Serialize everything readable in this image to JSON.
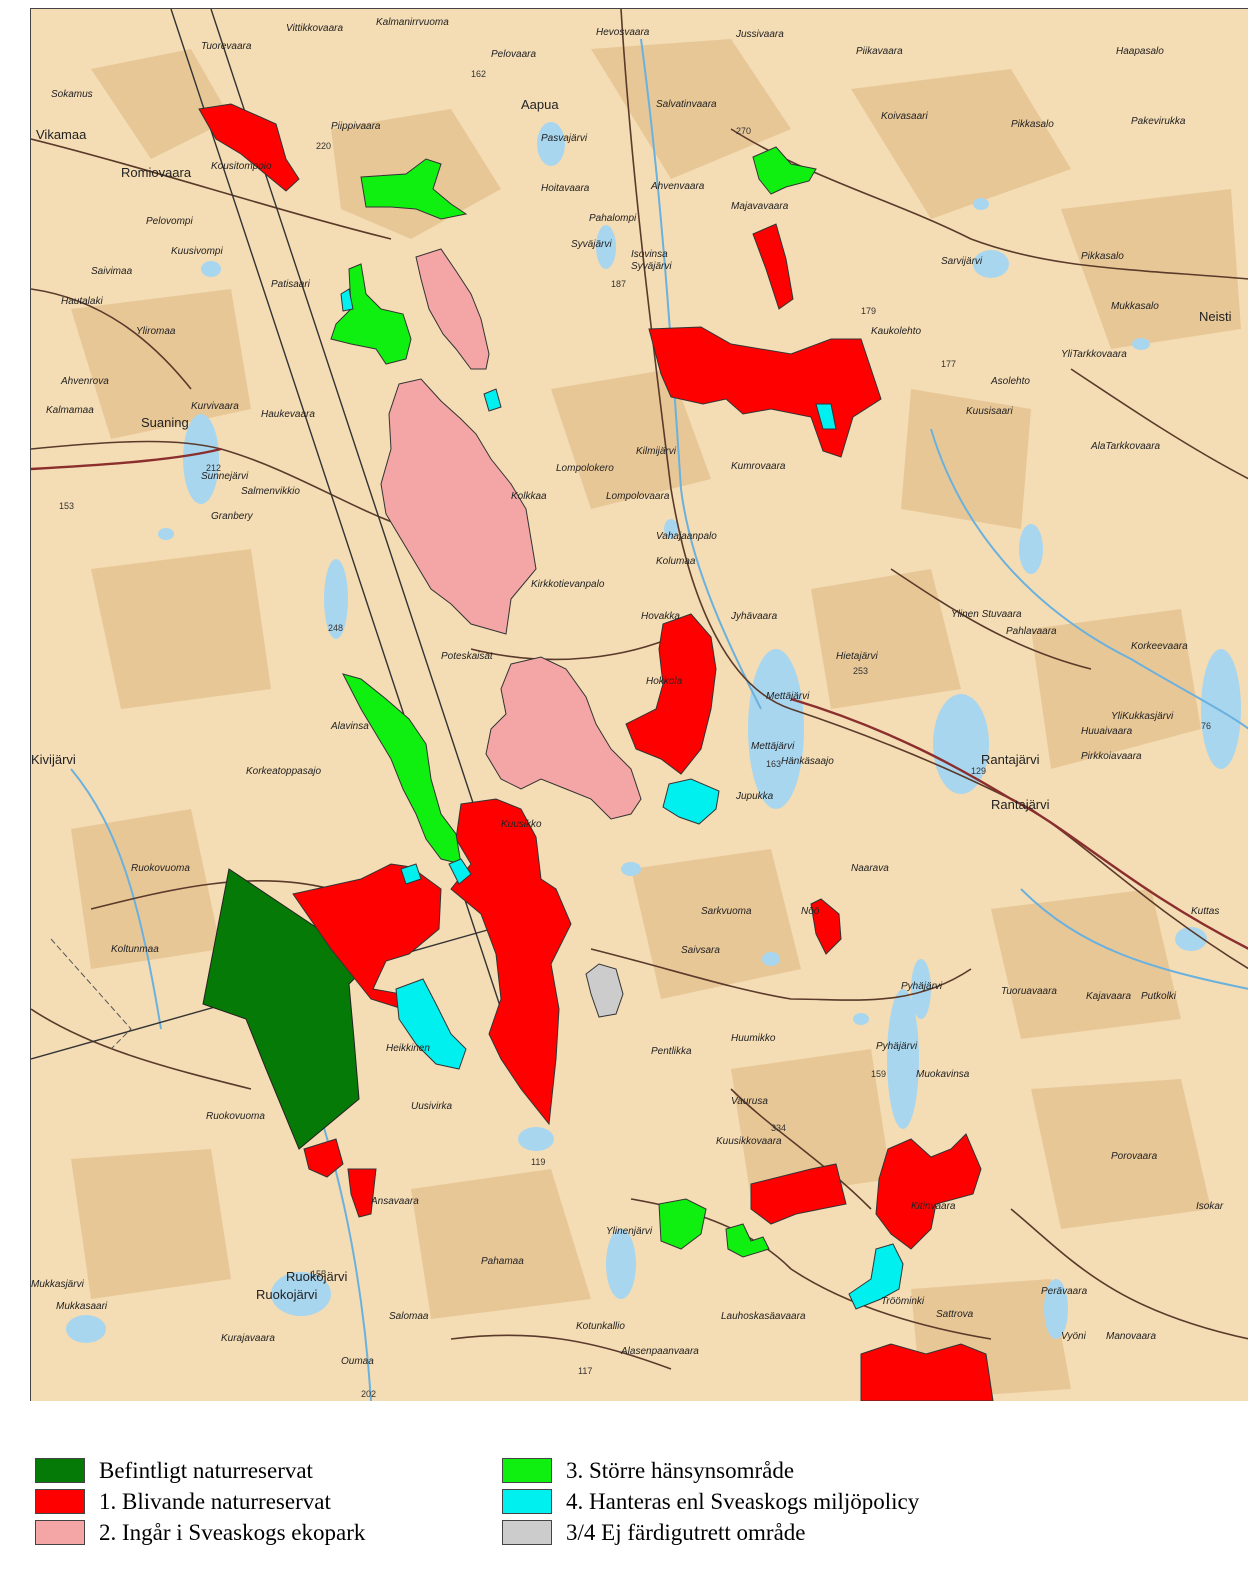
{
  "map": {
    "colors": {
      "land": "#f4dcb4",
      "land_patch": "#e8c797",
      "water": "#a9d6ef",
      "road": "#5a3a2a",
      "road_main": "#8a2e2e",
      "powerline": "#333333"
    },
    "place_names": [
      "Tuorevaara",
      "Vittikkovaara",
      "Kalmanirr­vuoma",
      "Hevosvaara",
      "Jussivaara",
      "Piikavaara",
      "Haapasalo",
      "Aapua",
      "Pelovaara",
      "Salvatinvaara",
      "Sokamus",
      "Vikamaa",
      "Piippivaara",
      "Romiovaara",
      "Kousitompolo",
      "Pasvajärvi",
      "Koivasaari",
      "Pikkasalo",
      "Pakevirukka",
      "Ahvenvaara",
      "Hoita­vaara",
      "Pahalompi",
      "Majavavaara",
      "Isovinsa",
      "Syväjärvi",
      "Syväjärvi",
      "Pelovompi",
      "Kuusivompi",
      "Saivimaa",
      "Hautalaki",
      "Yliromaa",
      "Patisaari",
      "Sarvijärvi",
      "Pikkasalo",
      "Mukkasalo",
      "Neisti",
      "Suaning",
      "Kurvivaara",
      "Haukevaara",
      "Ahvenrova",
      "Kalmamaa",
      "Sunnejärvi",
      "Salmenvikkio",
      "Granbery",
      "Lompolokero",
      "Kolkkaa",
      "Lompolo­vaara",
      "Kilmijärvi",
      "Kumrovaara",
      "Yli­Tarkkovaara",
      "Asolehto",
      "Kaukolehto",
      "Kuusisaari",
      "Ala­Tarkkovaara",
      "Kirkkotievanpalo",
      "Kolumaa",
      "Vahajaanpalo",
      "Hovakka",
      "Jyhävaara",
      "Hietajärvi",
      "Ylinen Stuvaara",
      "Pahlavaara",
      "Korkee­vaara",
      "Mettäjärvi",
      "Mettäjärvi",
      "Poteskaisat",
      "Alavinsa",
      "Kivijärvi",
      "Korkeat­oppasajo",
      "Hänkäsaajo",
      "Rantajärvi",
      "Rantajärvi",
      "Yli­Kukkasjärvi",
      "Huuai­vaara",
      "Pirkkoia­vaara",
      "Jupukka",
      "Ruokovuoma",
      "Naarava",
      "Kuttas",
      "Koltunmaa",
      "Sarkvuoma",
      "Saivsara",
      "Pyhäjärvi",
      "Tuorua­vaara",
      "Kaja­vaara",
      "Putkolki",
      "Heikkinen",
      "Uusivirka",
      "Ruoko­vuoma",
      "Huumikko",
      "Pentlikka",
      "Pyhäjärvi",
      "Muokavinsa",
      "Kuusikko­vaara",
      "Vaurusa",
      "Porovaara",
      "Isokar",
      "Ansavaara",
      "Ylinenjärvi",
      "Kitinvaara",
      "Ruokojärvi",
      "Ruokojärvi",
      "Salomaa",
      "Pahamaa",
      "Lauhoskasäa­vaara",
      "Trööminki",
      "Perävaara",
      "Vyöni",
      "Mukkasjärvi",
      "Mukkasaari",
      "Kurajavaara",
      "Oumaa",
      "Kotunkallio",
      "Alasenpaan­vaara",
      "Sattrova",
      "Mano­vaara",
      "Nöö",
      "Hokkola",
      "Kuusikko"
    ],
    "elevation_labels": [
      "162",
      "220",
      "270",
      "187",
      "179",
      "177",
      "212",
      "153",
      "248",
      "253",
      "163",
      "129",
      "76",
      "159",
      "334",
      "119",
      "117",
      "155",
      "202"
    ]
  },
  "legend": {
    "left": [
      {
        "label": "Befintligt naturreservat",
        "color": "#067a06"
      },
      {
        "label": "1. Blivande naturreservat",
        "color": "#ff0000"
      },
      {
        "label": "2. Ingår i Sveaskogs ekopark",
        "color": "#f4a6a6"
      }
    ],
    "right": [
      {
        "label": "3. Större hänsynsområde",
        "color": "#10f010"
      },
      {
        "label": "4. Hanteras enl Sveaskogs miljöpolicy",
        "color": "#00f0f0"
      },
      {
        "label": "3/4 Ej färdigutrett område",
        "color": "#cccccc"
      }
    ]
  }
}
